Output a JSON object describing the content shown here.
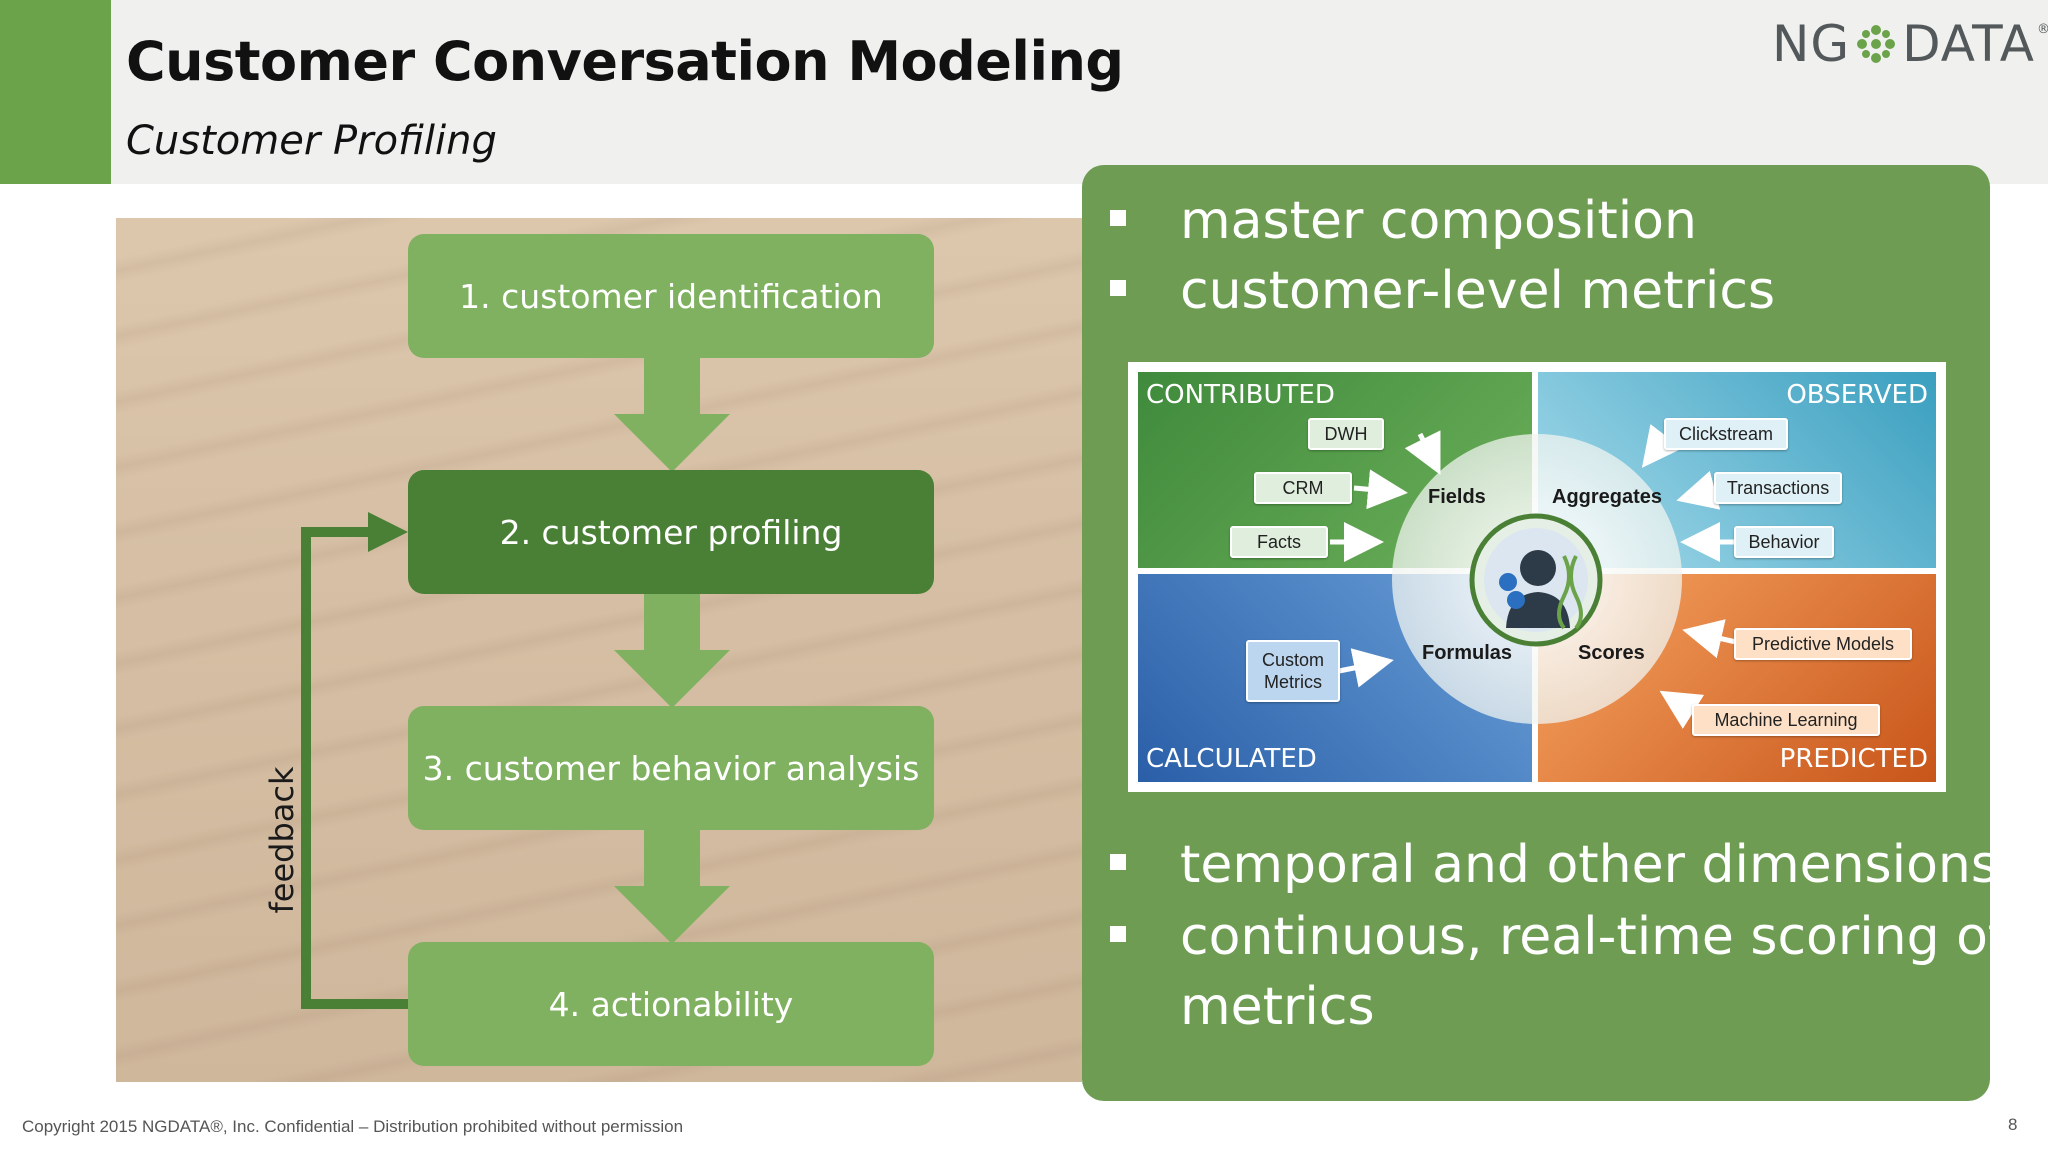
{
  "header": {
    "title": "Customer Conversation Modeling",
    "subtitle": "Customer Profiling",
    "logo_left": "NG",
    "logo_right": "DATA",
    "logo_reg": "®"
  },
  "flow": {
    "steps": [
      {
        "label": "1. customer identification",
        "active": false
      },
      {
        "label": "2. customer profiling",
        "active": true
      },
      {
        "label": "3. customer behavior analysis",
        "active": false
      },
      {
        "label": "4. actionability",
        "active": false
      }
    ],
    "feedback_label": "feedback"
  },
  "panel": {
    "top_bullets": [
      "master composition",
      "customer-level metrics"
    ],
    "bottom_bullets": [
      "temporal and other dimensions",
      "continuous, real-time scoring of",
      "metrics"
    ]
  },
  "diagram": {
    "quadrants": {
      "contributed": "CONTRIBUTED",
      "observed": "OBSERVED",
      "calculated": "CALCULATED",
      "predicted": "PREDICTED"
    },
    "center_labels": {
      "fields": "Fields",
      "aggregates": "Aggregates",
      "formulas": "Formulas",
      "scores": "Scores"
    },
    "tags": {
      "dwh": "DWH",
      "crm": "CRM",
      "facts": "Facts",
      "clickstream": "Clickstream",
      "transactions": "Transactions",
      "behavior": "Behavior",
      "custom_metrics": "Custom Metrics",
      "predictive_models": "Predictive  Models",
      "machine_learning": "Machine Learning"
    }
  },
  "colors": {
    "accent_green": "#6ba34a",
    "box_green": "#7fb160",
    "box_active": "#4a8036",
    "panel_green": "#6d9c52"
  },
  "footer": {
    "copyright": "Copyright 2015 NGDATA®, Inc.  Confidential – Distribution prohibited without permission",
    "page_number": "8"
  }
}
